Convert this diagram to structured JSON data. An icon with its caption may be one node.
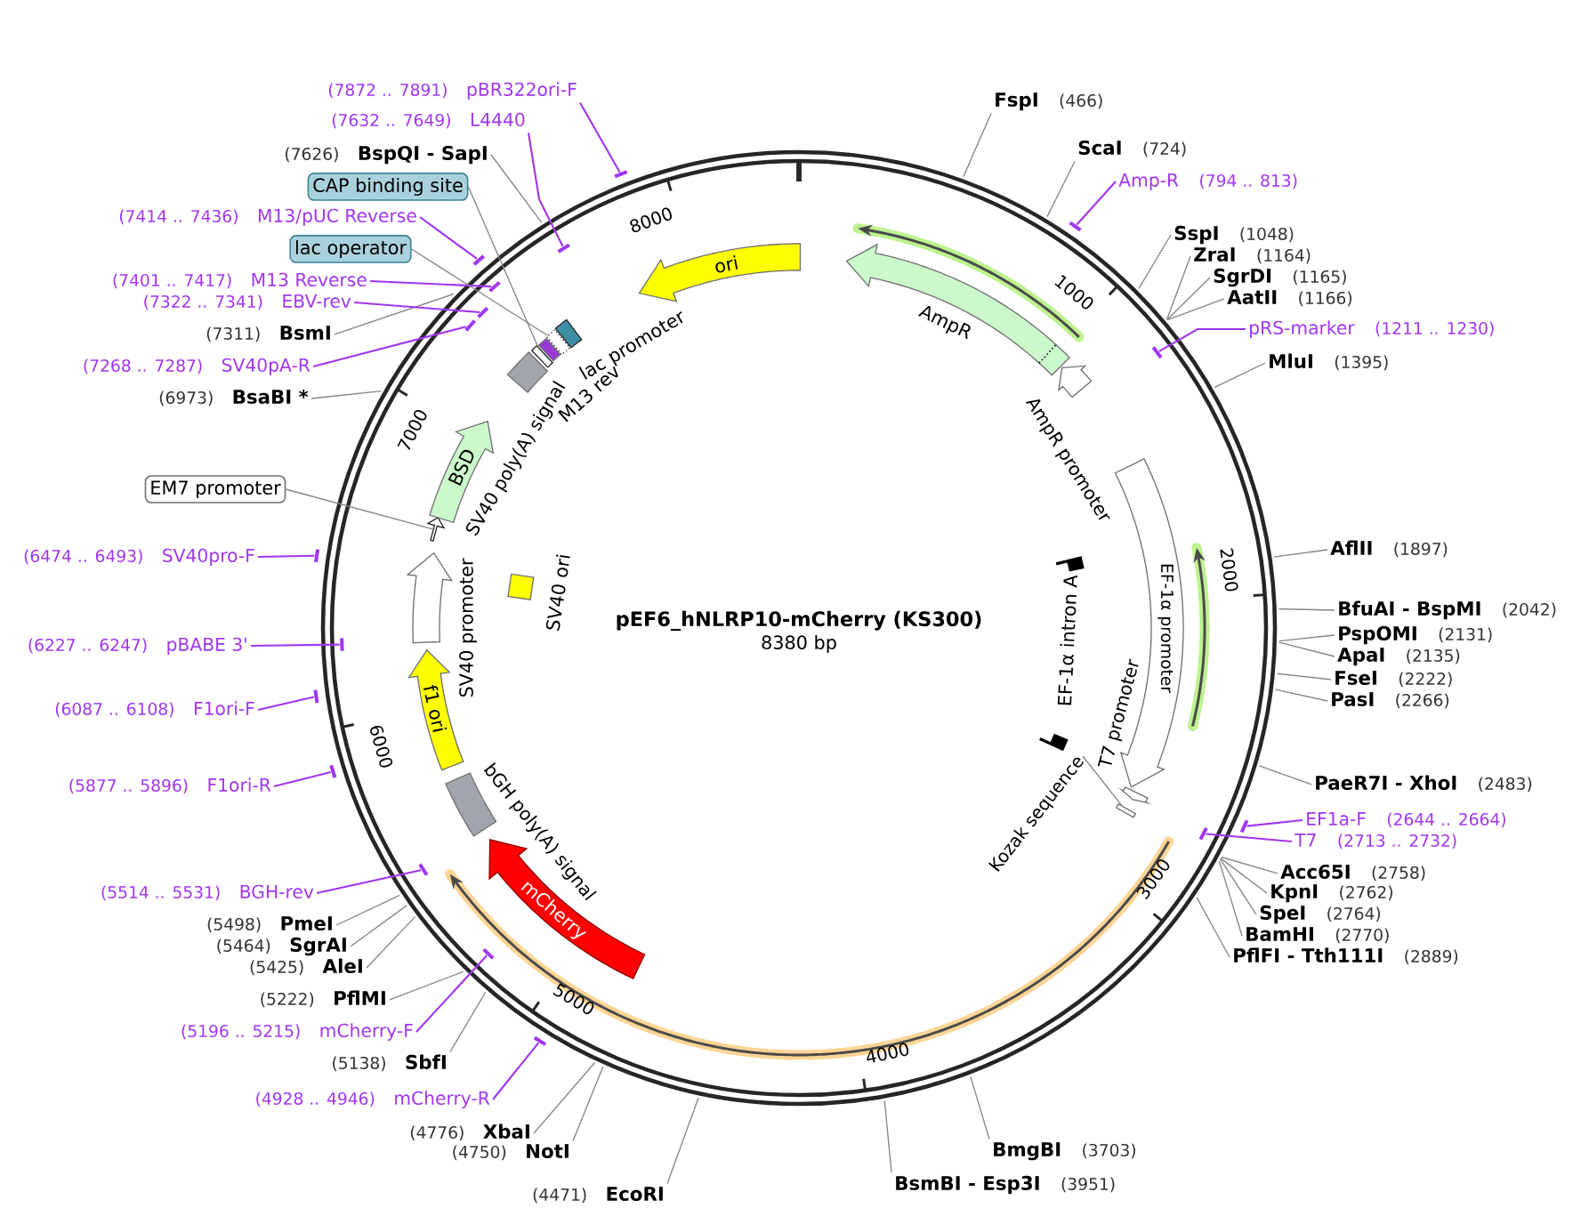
{
  "diagram": {
    "title": "pEF6_hNLRP10-mCherry (KS300)",
    "nodes": [
      {
        "text": [
          "FspI"
        ],
        "beside": [
          "(466)"
        ]
      },
      {
        "text": [
          "ScaI"
        ],
        "beside": [
          "(724)"
        ]
      },
      {
        "text": [
          "Amp-R"
        ],
        "beside": [
          "(794 .. 813)"
        ]
      },
      {
        "text": [
          "SspI"
        ],
        "beside": [
          "(1048)"
        ]
      },
      {
        "text": [
          "ZraI"
        ],
        "beside": [
          "(1164)"
        ]
      },
      {
        "text": [
          "SgrDI"
        ],
        "beside": [
          "(1165)"
        ]
      },
      {
        "text": [
          "AatII"
        ],
        "beside": [
          "(1166)"
        ]
      },
      {
        "text": [
          "pRS-marker"
        ],
        "beside": [
          "(1211 .. 1230)"
        ]
      },
      {
        "text": [
          "MluI"
        ],
        "beside": [
          "(1395)"
        ]
      },
      {
        "text": [
          "AflII"
        ],
        "beside": [
          "(1897)"
        ]
      },
      {
        "text": [
          "BfuAI - BspMI"
        ],
        "beside": [
          "(2042)"
        ]
      },
      {
        "text": [
          "PspOMI"
        ],
        "beside": [
          "(2131)"
        ]
      },
      {
        "text": [
          "ApaI"
        ],
        "beside": [
          "(2135)"
        ]
      },
      {
        "text": [
          "FseI"
        ],
        "beside": [
          "(2222)"
        ]
      },
      {
        "text": [
          "PasI"
        ],
        "beside": [
          "(2266)"
        ]
      },
      {
        "text": [
          "PaeR7I - XhoI"
        ],
        "beside": [
          "(2483)"
        ]
      },
      {
        "text": [
          "EF1a-F"
        ],
        "beside": [
          "(2644 .. 2664)"
        ]
      },
      {
        "text": [
          "T7"
        ],
        "beside": [
          "(2713 .. 2732)"
        ]
      },
      {
        "text": [
          "Acc65I"
        ],
        "beside": [
          "(2758)"
        ]
      },
      {
        "text": [
          "KpnI"
        ],
        "beside": [
          "(2762)"
        ]
      },
      {
        "text": [
          "SpeI"
        ],
        "beside": [
          "(2764)"
        ]
      },
      {
        "text": [
          "BamHI"
        ],
        "beside": [
          "(2770)"
        ]
      },
      {
        "text": [
          "PflFI - Tth111I"
        ],
        "beside": [
          "(2889)"
        ]
      },
      {
        "text": [
          "BmgBI"
        ],
        "beside": [
          "(3703)"
        ]
      },
      {
        "text": [
          "BsmBI - Esp3I"
        ],
        "beside": [
          "(3951)"
        ]
      },
      {
        "text": [
          "EcoRI"
        ],
        "beside": [
          "(4471)"
        ]
      },
      {
        "text": [
          "NotI"
        ],
        "beside": [
          "(4750)"
        ]
      },
      {
        "text": [
          "XbaI"
        ],
        "beside": [
          "(4776)"
        ]
      },
      {
        "text": [
          "mCherry-R"
        ],
        "beside": [
          "(4928 .. 4946)"
        ]
      },
      {
        "text": [
          "SbfI"
        ],
        "beside": [
          "(5138)"
        ]
      },
      {
        "text": [
          "mCherry-F"
        ],
        "beside": [
          "(5196 .. 5215)"
        ]
      },
      {
        "text": [
          "PflMI"
        ],
        "beside": [
          "(5222)"
        ]
      },
      {
        "text": [
          "AleI"
        ],
        "beside": [
          "(5425)"
        ]
      },
      {
        "text": [
          "SgrAI"
        ],
        "beside": [
          "(5464)"
        ]
      },
      {
        "text": [
          "PmeI"
        ],
        "beside": [
          "(5498)"
        ]
      },
      {
        "text": [
          "BGH-rev"
        ],
        "beside": [
          "(5514 .. 5531)"
        ]
      },
      {
        "text": [
          "F1ori-R"
        ],
        "beside": [
          "(5877 .. 5896)"
        ]
      },
      {
        "text": [
          "F1ori-F"
        ],
        "beside": [
          "(6087 .. 6108)"
        ]
      },
      {
        "text": [
          "pBABE 3'"
        ],
        "beside": [
          "(6227 .. 6247)"
        ]
      },
      {
        "text": [
          "SV40pro-F"
        ],
        "beside": [
          "(6474 .. 6493)"
        ]
      },
      {
        "text": [
          "EM7 promoter"
        ]
      },
      {
        "text": [
          "BsaBI *"
        ],
        "beside": [
          "(6973)"
        ]
      },
      {
        "text": [
          "SV40pA-R"
        ],
        "beside": [
          "(7268 .. 7287)"
        ]
      },
      {
        "text": [
          "BsmI"
        ],
        "beside": [
          "(7311)"
        ]
      },
      {
        "text": [
          "EBV-rev"
        ],
        "beside": [
          "(7322 .. 7341)"
        ]
      },
      {
        "text": [
          "M13 Reverse"
        ],
        "beside": [
          "(7401 .. 7417)"
        ]
      },
      {
        "text": [
          "lac operator"
        ]
      },
      {
        "text": [
          "M13/pUC Reverse"
        ],
        "beside": [
          "(7414 .. 7436)"
        ]
      },
      {
        "text": [
          "CAP binding site"
        ]
      },
      {
        "text": [
          "BspQI - SapI"
        ],
        "beside": [
          "(7626)"
        ]
      },
      {
        "text": [
          "L4440"
        ],
        "beside": [
          "(7632 .. 7649)"
        ]
      },
      {
        "text": [
          "pBR322ori-F"
        ],
        "beside": [
          "(7872 .. 7891)"
        ]
      },
      {
        "text": [
          "ori"
        ]
      },
      {
        "text": [
          "AmpR"
        ]
      },
      {
        "text": [
          "AmpR promoter"
        ]
      },
      {
        "text": [
          "EF-1α promoter"
        ]
      },
      {
        "text": [
          "EF-1α intron A"
        ]
      },
      {
        "text": [
          "T7 promoter"
        ]
      },
      {
        "text": [
          "Kozak sequence"
        ]
      },
      {
        "text": [
          "mCherry"
        ]
      },
      {
        "text": [
          "bGH poly(A) signal"
        ]
      },
      {
        "text": [
          "f1 ori"
        ]
      },
      {
        "text": [
          "SV40 promoter"
        ]
      },
      {
        "text": [
          "SV40 ori"
        ]
      },
      {
        "text": [],
        "shape": "arrow"
      },
      {
        "text": [
          "BSD"
        ]
      },
      {
        "text": [
          "SV40 poly(A) signal"
        ]
      },
      {
        "text": [
          "M13 rev"
        ]
      },
      {
        "text": [],
        "shape": "box"
      },
      {
        "text": [
          "lac promoter"
        ]
      },
      {
        "text": [],
        "shape": "box"
      },
      {
        "text": [],
        "shape": "bar"
      },
      {
        "text": [],
        "shape": "bar"
      },
      {
        "text": [],
        "shape": "bar"
      },
      {
        "text": [],
        "shape": "bar"
      },
      {
        "text": [],
        "shape": "bar"
      },
      {
        "text": [],
        "shape": "bar"
      },
      {
        "text": [],
        "shape": "bar"
      },
      {
        "text": [],
        "shape": "bar"
      },
      {
        "text": [],
        "shape": "bar"
      },
      {
        "text": [],
        "shape": "bar"
      },
      {
        "text": [],
        "shape": "bar"
      },
      {
        "text": [],
        "shape": "bar"
      },
      {
        "text": [],
        "shape": "bar"
      },
      {
        "text": [],
        "shape": "bar"
      },
      {
        "text": [],
        "shape": "bar"
      },
      {
        "text": [],
        "shape": "bar"
      },
      {
        "text": [],
        "shape": "bar"
      },
      {
        "text": [],
        "shape": "box"
      }
    ],
    "edges": [
      {
        "from": 0,
        "to": null,
        "arrow": "none"
      },
      {
        "from": 1,
        "to": null,
        "arrow": "none"
      },
      {
        "from": 2,
        "to": 71,
        "arrow": "none",
        "color": "#a136f0"
      },
      {
        "from": 3,
        "to": null,
        "arrow": "none"
      },
      {
        "from": 4,
        "to": null,
        "arrow": "none"
      },
      {
        "from": 5,
        "to": null,
        "arrow": "none"
      },
      {
        "from": 6,
        "to": null,
        "arrow": "none"
      },
      {
        "from": 7,
        "to": 72,
        "arrow": "none",
        "color": "#a136f0"
      },
      {
        "from": 8,
        "to": null,
        "arrow": "none"
      },
      {
        "from": 9,
        "to": null,
        "arrow": "none"
      },
      {
        "from": 10,
        "to": null,
        "arrow": "none"
      },
      {
        "from": 11,
        "to": null,
        "arrow": "none"
      },
      {
        "from": 12,
        "to": null,
        "arrow": "none"
      },
      {
        "from": 13,
        "to": null,
        "arrow": "none"
      },
      {
        "from": 14,
        "to": null,
        "arrow": "none"
      },
      {
        "from": 15,
        "to": null,
        "arrow": "none"
      },
      {
        "from": 16,
        "to": 73,
        "arrow": "none",
        "color": "#a136f0"
      },
      {
        "from": 17,
        "to": 74,
        "arrow": "none",
        "color": "#a136f0"
      },
      {
        "from": 18,
        "to": null,
        "arrow": "none"
      },
      {
        "from": 19,
        "to": null,
        "arrow": "none"
      },
      {
        "from": 20,
        "to": null,
        "arrow": "none"
      },
      {
        "from": 21,
        "to": null,
        "arrow": "none"
      },
      {
        "from": 22,
        "to": null,
        "arrow": "none"
      },
      {
        "from": 23,
        "to": null,
        "arrow": "none"
      },
      {
        "from": 24,
        "to": null,
        "arrow": "none"
      },
      {
        "from": 25,
        "to": null,
        "arrow": "none"
      },
      {
        "from": 26,
        "to": null,
        "arrow": "none"
      },
      {
        "from": 27,
        "to": null,
        "arrow": "none"
      },
      {
        "from": 28,
        "to": 75,
        "arrow": "none",
        "color": "#a136f0"
      },
      {
        "from": 29,
        "to": null,
        "arrow": "none"
      },
      {
        "from": 30,
        "to": 76,
        "arrow": "none",
        "color": "#a136f0"
      },
      {
        "from": 31,
        "to": null,
        "arrow": "none"
      },
      {
        "from": 32,
        "to": null,
        "arrow": "none"
      },
      {
        "from": 33,
        "to": null,
        "arrow": "none"
      },
      {
        "from": 34,
        "to": null,
        "arrow": "none"
      },
      {
        "from": 35,
        "to": 77,
        "arrow": "none",
        "color": "#a136f0"
      },
      {
        "from": 36,
        "to": 78,
        "arrow": "none",
        "color": "#a136f0"
      },
      {
        "from": 37,
        "to": 79,
        "arrow": "none",
        "color": "#a136f0"
      },
      {
        "from": 38,
        "to": 80,
        "arrow": "none",
        "color": "#a136f0"
      },
      {
        "from": 39,
        "to": 81,
        "arrow": "none",
        "color": "#a136f0"
      },
      {
        "from": 41,
        "to": null,
        "arrow": "none"
      },
      {
        "from": 42,
        "to": 82,
        "arrow": "none",
        "color": "#a136f0"
      },
      {
        "from": 43,
        "to": null,
        "arrow": "none"
      },
      {
        "from": 44,
        "to": 83,
        "arrow": "none",
        "color": "#a136f0"
      },
      {
        "from": 45,
        "to": 84,
        "arrow": "none",
        "color": "#a136f0"
      },
      {
        "from": 47,
        "to": 85,
        "arrow": "none",
        "color": "#a136f0"
      },
      {
        "from": 49,
        "to": null,
        "arrow": "none"
      },
      {
        "from": 50,
        "to": 86,
        "arrow": "none",
        "color": "#a136f0"
      },
      {
        "from": 51,
        "to": 87,
        "arrow": "none",
        "color": "#a136f0"
      },
      {
        "from": 40,
        "to": 64,
        "arrow": "none"
      },
      {
        "from": 46,
        "to": 68,
        "arrow": "none"
      },
      {
        "from": 48,
        "to": 70,
        "arrow": "none"
      },
      {
        "from": 58,
        "to": 88,
        "arrow": "none"
      }
    ],
    "labels": [
      "8380 bp",
      "1000",
      "2000",
      "3000",
      "4000",
      "5000",
      "6000",
      "7000",
      "8000"
    ]
  }
}
